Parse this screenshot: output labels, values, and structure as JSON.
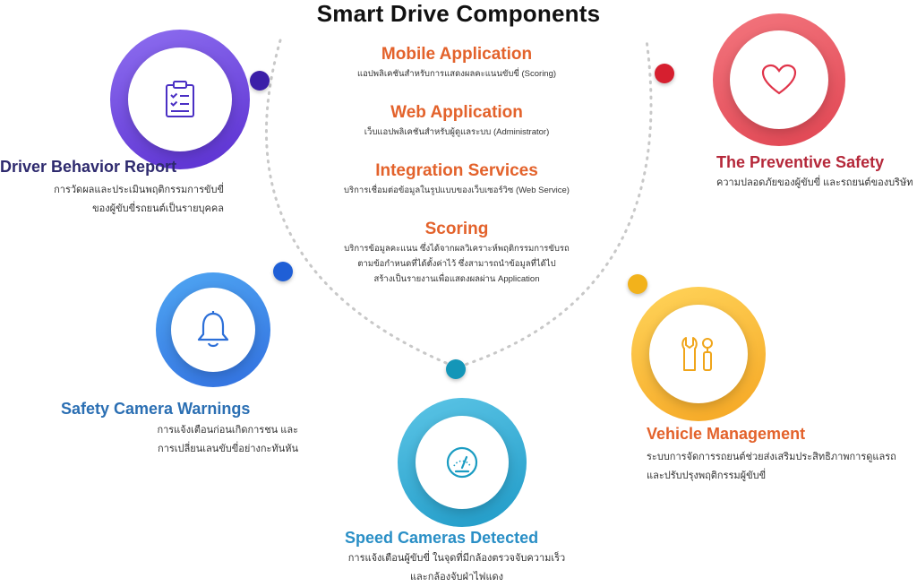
{
  "title": "Smart Drive Components",
  "center": [
    {
      "heading": "Mobile Application",
      "desc": "แอปพลิเคชันสำหรับการแสดงผลคะแนนขับขี่ (Scoring)"
    },
    {
      "heading": "Web Application",
      "desc": "เว็บแอปพลิเคชันสำหรับผู้ดูแลระบบ (Administrator)"
    },
    {
      "heading": "Integration Services",
      "desc": "บริการเชื่อมต่อข้อมูลในรูปแบบของเว็บเซอร์วิซ (Web Service)"
    },
    {
      "heading": "Scoring",
      "desc_lines": [
        "บริการข้อมูลคะแนน ซึ่งได้จากผลวิเคราะห์พฤติกรรมการขับรถ",
        "ตามข้อกำหนดที่ได้ตั้งค่าไว้ ซึ่งสามารถนำข้อมูลที่ได้ไป",
        "สร้างเป็นรายงานเพื่อแสดงผลผ่าน Application"
      ]
    }
  ],
  "components": {
    "driver_behavior": {
      "heading": "Driver Behavior Report",
      "desc_lines": [
        "การวัดผลและประเมินพฤติกรรมการขับขี่",
        "ของผู้ขับขี่รถยนต์เป็นรายบุคคล"
      ],
      "icon": "clipboard-checklist-icon",
      "color": "#2e2a6e"
    },
    "preventive_safety": {
      "heading": "The Preventive Safety",
      "desc_lines": [
        "ความปลอดภัยของผู้ขับขี่ และรถยนต์ของบริษัท"
      ],
      "icon": "heart-icon",
      "color": "#b5283a"
    },
    "safety_camera": {
      "heading": "Safety Camera Warnings",
      "desc_lines": [
        "การแจ้งเตือนก่อนเกิดการชน และ",
        "การเปลี่ยนเลนขับขี่อย่างกะทันหัน"
      ],
      "icon": "bell-icon",
      "color": "#2b6fb3"
    },
    "vehicle_mgmt": {
      "heading": "Vehicle Management",
      "desc_lines": [
        "ระบบการจัดการรถยนต์ช่วยส่งเสริมประสิทธิภาพการดูแลรถ",
        "และปรับปรุงพฤติกรรมผู้ขับขี่"
      ],
      "icon": "wrench-screwdriver-icon",
      "color": "#e3622b"
    },
    "speed_cameras": {
      "heading": "Speed Cameras Detected",
      "desc_lines": [
        "การแจ้งเตือนผู้ขับขี่ ในจุดที่มีกล้องตรวจจับความเร็ว",
        "และกล้องจับฝ่าไฟแดง"
      ],
      "icon": "speedometer-icon",
      "color": "#2a8fc6"
    }
  },
  "colors": {
    "purple": "#6a3fd8",
    "red": "#e8424f",
    "blue": "#3a74e6",
    "orange": "#f5a623",
    "teal": "#1fa6c9"
  }
}
